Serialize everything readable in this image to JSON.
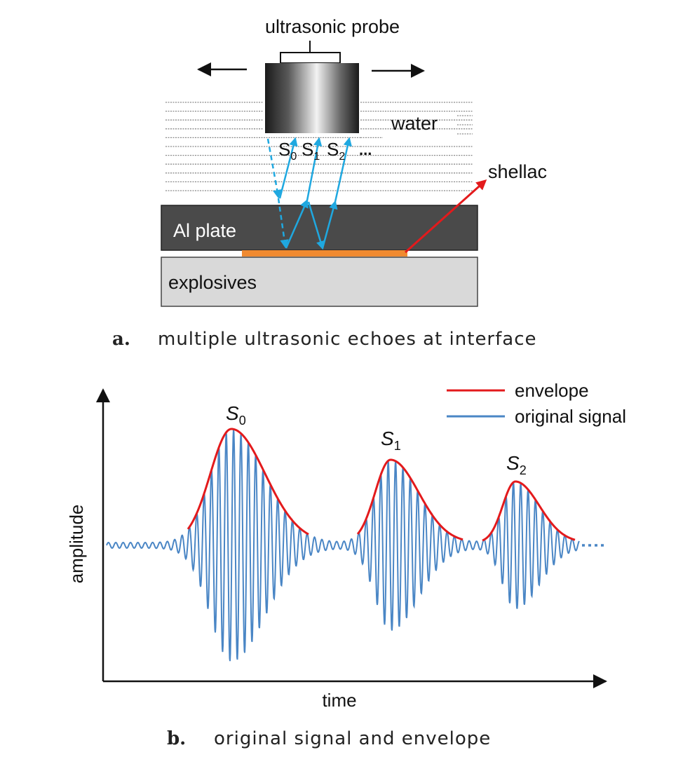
{
  "panel_a": {
    "probe_label": "ultrasonic probe",
    "water_label": "water",
    "shellac_label": "shellac",
    "plate_label": "Al plate",
    "explosives_label": "explosives",
    "echo_labels": [
      {
        "base": "S",
        "sub": "0"
      },
      {
        "base": "S",
        "sub": "1"
      },
      {
        "base": "S",
        "sub": "2"
      }
    ],
    "echo_ellipsis": "...",
    "caption_letter": "a.",
    "caption_text": "multiple ultrasonic echoes at interface"
  },
  "panel_b": {
    "legend": [
      {
        "label": "envelope",
        "color": "#e31a1c"
      },
      {
        "label": "original signal",
        "color": "#4a86c5"
      }
    ],
    "peaks": [
      {
        "base": "S",
        "sub": "0"
      },
      {
        "base": "S",
        "sub": "1"
      },
      {
        "base": "S",
        "sub": "2"
      }
    ],
    "x_label": "time",
    "y_label": "amplitude",
    "caption_letter": "b.",
    "caption_text": "original signal and envelope"
  },
  "colors": {
    "plate": "#4a4a4a",
    "explosives": "#d9d9d9",
    "shellac": "#f08a30",
    "ray": "#1fa8e0",
    "red_arrow": "#e31a1c",
    "envelope": "#e31a1c",
    "signal": "#4a86c5"
  }
}
